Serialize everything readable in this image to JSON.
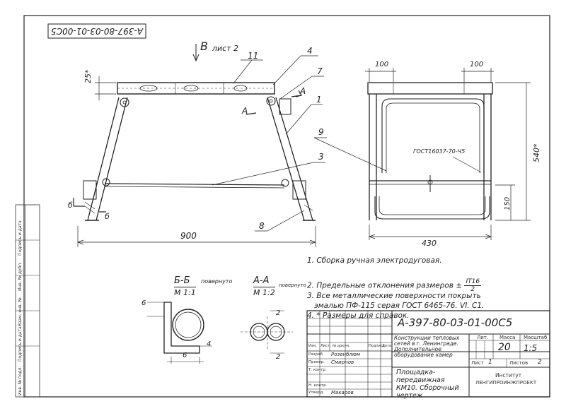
{
  "drawing": {
    "top_stamp": "А-397-80-03-01-00С5",
    "view_b": "В",
    "view_b_sheet": "лист 2",
    "section_a_marker": "А",
    "section_b_marker": "б",
    "callouts": [
      "11",
      "4",
      "7",
      "1",
      "9",
      "3",
      "8"
    ],
    "dims": {
      "width_main": "900",
      "height_offset": "25*",
      "side_top_left": "100",
      "side_top_right": "100",
      "side_height": "540*",
      "side_lower": "150",
      "side_width": "430",
      "gost_weld": "ГОСТ16037-70-Ч5"
    }
  },
  "notes": [
    "1. Сборка ручная электродуговая.",
    "2. Предельные отклонения размеров ±",
    "3. Все металлические поверхности покрыть",
    "эмалью ПФ-115 серая ГОСТ 6465-76. VI. С1.",
    "4. * Размеры для справок."
  ],
  "tolerance_fraction": {
    "num": "IT16",
    "den": "2"
  },
  "sections": {
    "bb_title": "Б-Б",
    "bb_rotated": "повернуто",
    "bb_scale": "М 1:1",
    "bb_dims": [
      "6",
      "4",
      "6"
    ],
    "aa_title": "А-А",
    "aa_rotated": "повернуто",
    "aa_scale": "М 1:2",
    "aa_dims": [
      "2",
      "2"
    ]
  },
  "title_block": {
    "doc_code": "А-397-80-03-01-00С5",
    "project_name": "Конструкции тепловых сетей в г. Ленинграде. Дополнительное оборудование камер",
    "sheet_title": "Площадка-передвижная КМ10. Сборочный чертеж",
    "mass": "20",
    "scale": "1:5",
    "sheet_label": "Лист",
    "sheet_no": "1",
    "sheets_label": "Листов",
    "sheets_total": "2",
    "col_lit": "Лит.",
    "col_mass": "Масса",
    "col_scale": "Масштаб",
    "col_izm": "Изм.",
    "col_list": "Лист.",
    "col_doc": "№ докум.",
    "col_sign": "Подпись",
    "col_date": "Дата",
    "roles": [
      "Разраб.",
      "Провер.",
      "Т. контр.",
      "",
      "Н. контр.",
      "Утверд."
    ],
    "names": [
      "Розенблюм",
      "Смирнов",
      "",
      "",
      "",
      "Макаров"
    ],
    "org1": "Институт",
    "org2": "ЛЕНГИПРОИНЖПРОЕКТ"
  },
  "side_strip": [
    "Инв. № подл.",
    "Подпись и дата",
    "Взам. инв. №",
    "Инв. № дубл.",
    "Подпись и дата"
  ]
}
